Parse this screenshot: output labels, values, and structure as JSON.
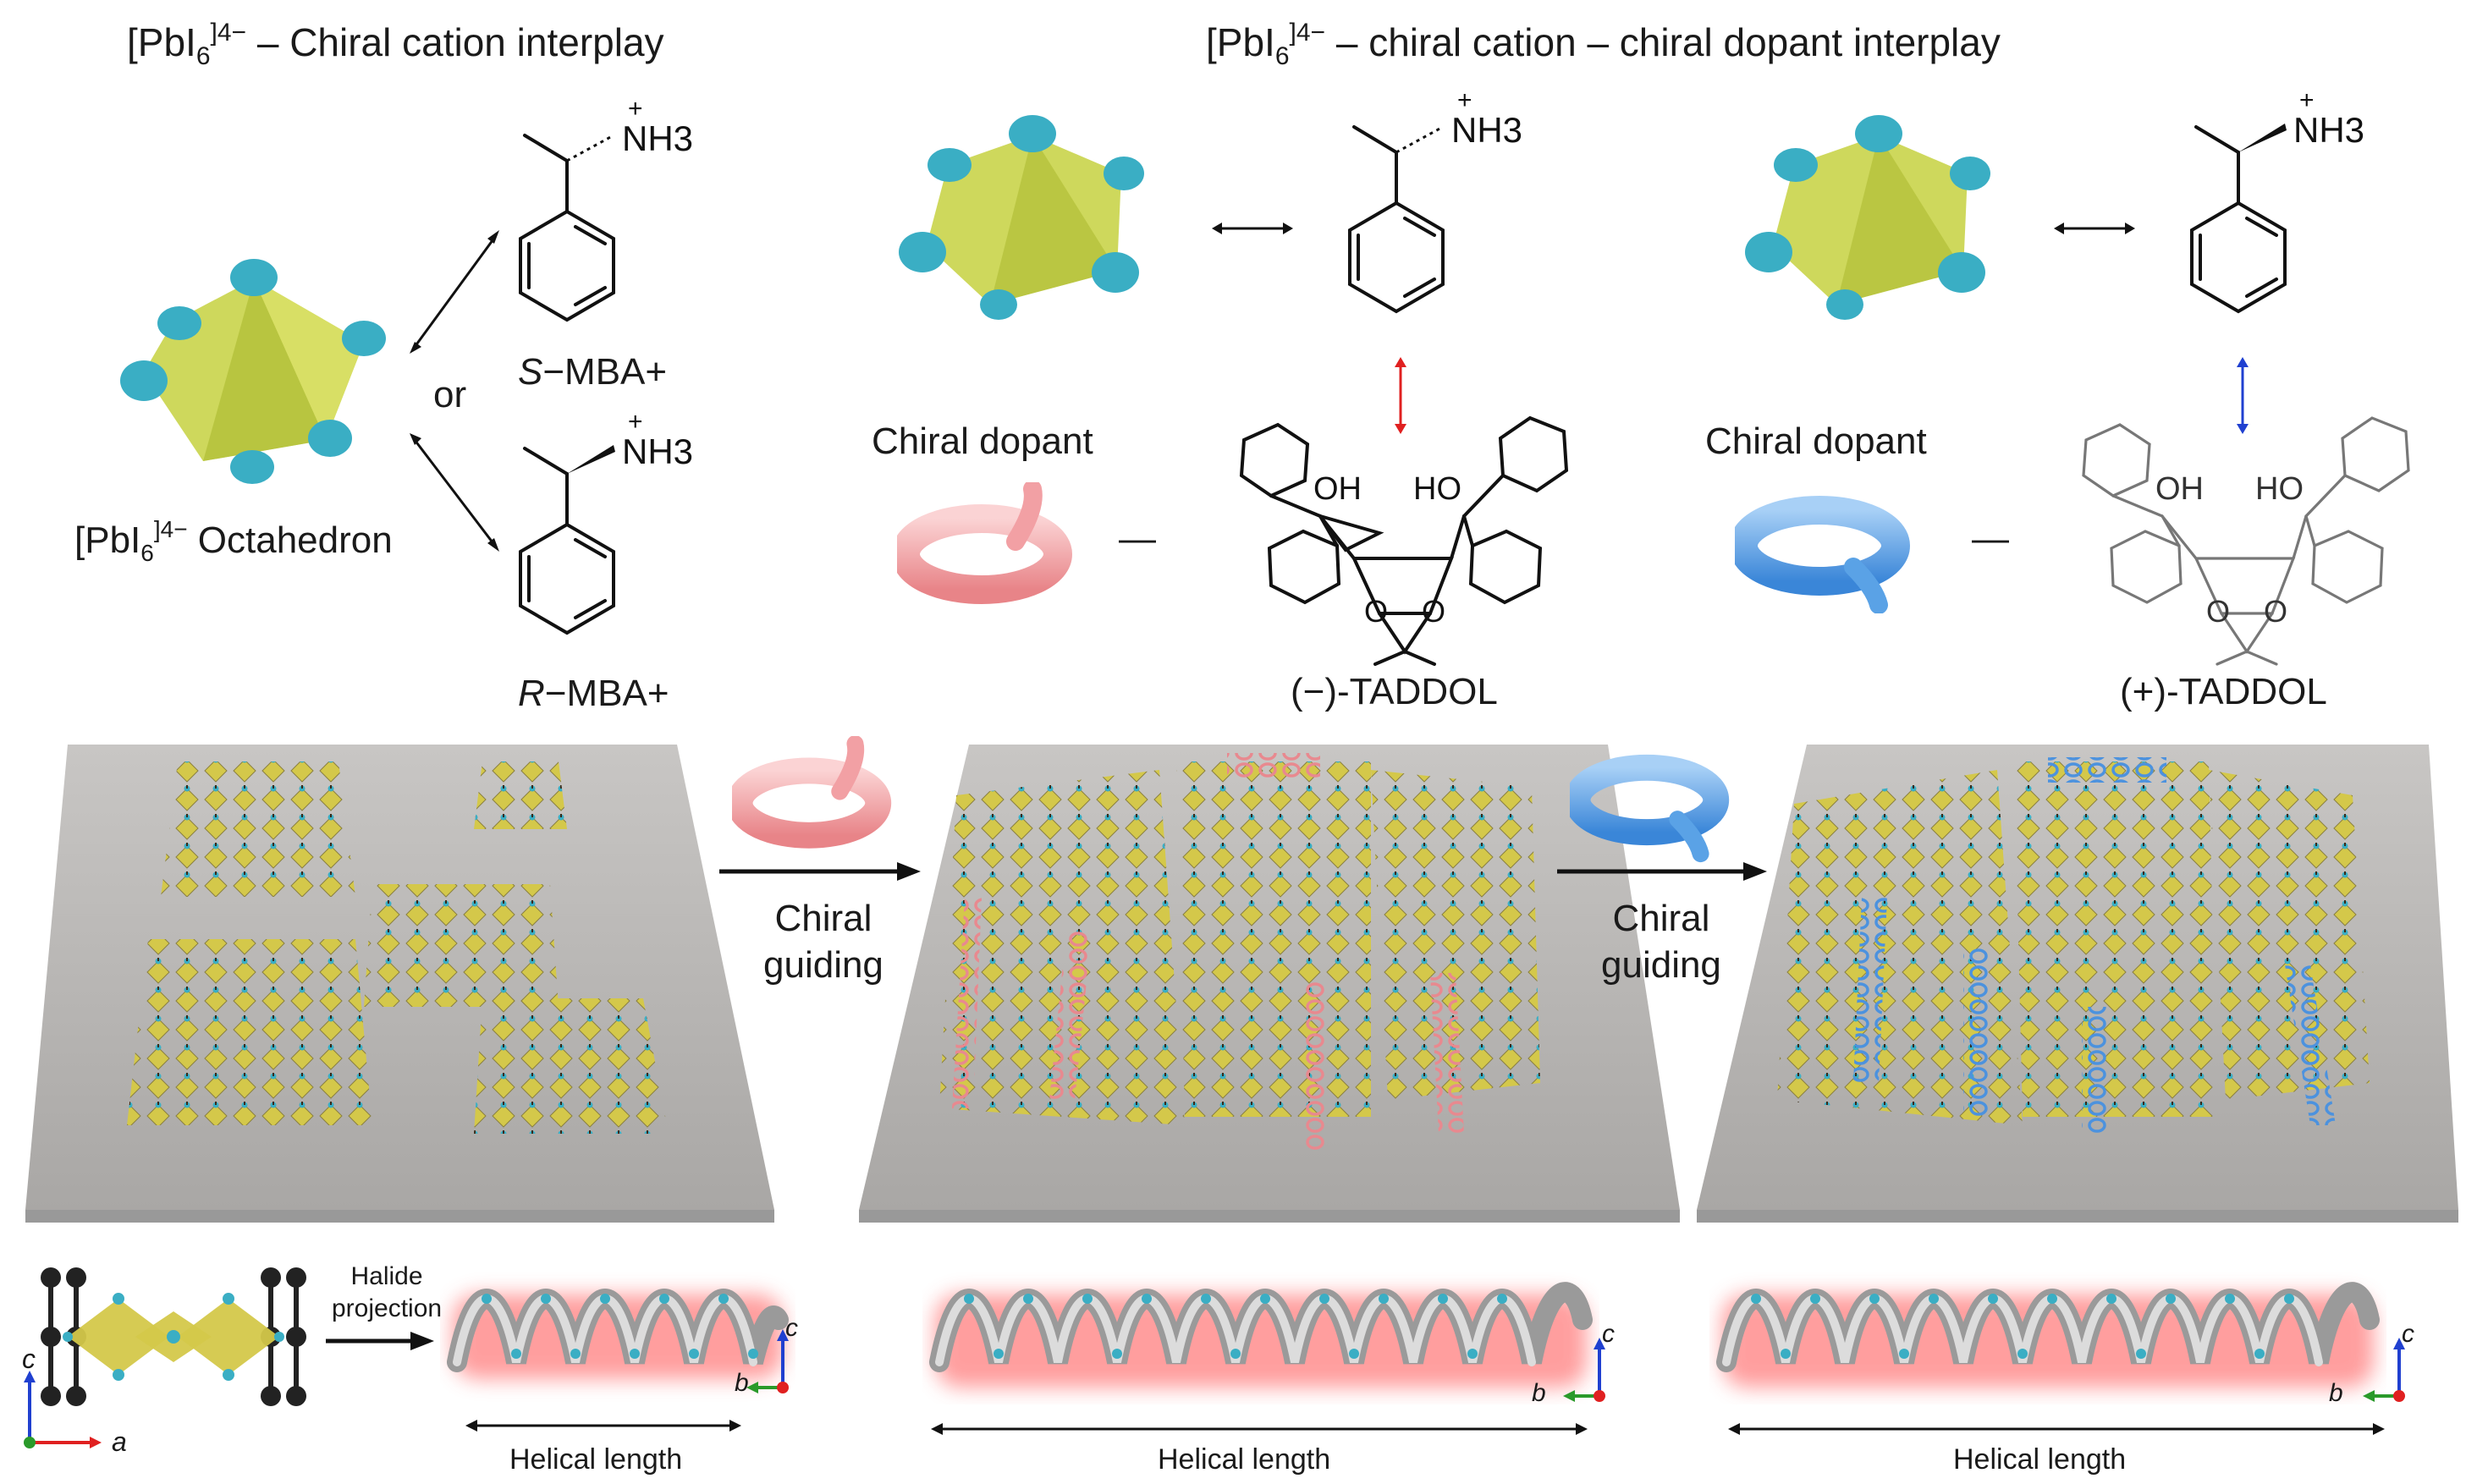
{
  "panel_left": {
    "title_prefix": "[PbI",
    "title_sub": "6",
    "title_sup": "]4−",
    "title_rest": " – Chiral cation interplay",
    "octahedron_label_prefix": "[PbI",
    "octahedron_label_sub": "6",
    "octahedron_label_sup": "]4−",
    "octahedron_label_rest": " Octahedron",
    "or_label": "or",
    "s_label_italic": "S",
    "s_label_rest": "−MBA+",
    "r_label_italic": "R",
    "r_label_rest": "−MBA+"
  },
  "panel_right_title": {
    "prefix": "[PbI",
    "sub": "6",
    "sup": "]4−",
    "rest": " – chiral cation – chiral dopant interplay"
  },
  "chem_labels": {
    "nh3": "NH3",
    "plus": "+",
    "oh": "OH",
    "ho": "HO",
    "o": "O"
  },
  "dopant": {
    "label_1": "Chiral dopant",
    "label_2": "Chiral dopant",
    "taddol_minus": "(−)-TADDOL",
    "taddol_plus": "(+)-TADDOL",
    "dash": "—"
  },
  "process": {
    "step1_line1": "Chiral",
    "step1_line2": "guiding",
    "step2_line1": "Chiral",
    "step2_line2": "guiding"
  },
  "bottom": {
    "halide_line1": "Halide",
    "halide_line2": "projection",
    "helical_length_1": "Helical length",
    "helical_length_2": "Helical length",
    "helical_length_3": "Helical length",
    "axis_c": "c",
    "axis_a": "a",
    "axis_b": "b"
  },
  "colors": {
    "octahedron": "#c9d44a",
    "iodide": "#3aaec4",
    "pink_dopant": "#f2a0a4",
    "blue_dopant": "#5aa2e6",
    "substrate": "#b8b6b4",
    "red_arrow": "#e02020",
    "blue_arrow": "#2040d0"
  }
}
